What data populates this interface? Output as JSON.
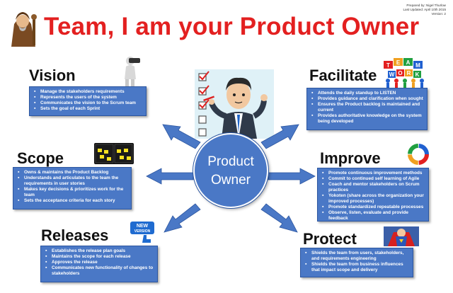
{
  "title": "Team, I am your Product Owner",
  "meta": {
    "prepared_by": "Prepared by: Nigel Thurlow",
    "last_updated": "Last Updated: April 10th 2015",
    "version": "Version: 2"
  },
  "center": {
    "line1": "Product",
    "line2": "Owner"
  },
  "sections": {
    "vision": {
      "heading": "Vision",
      "items": [
        "Manage the stakeholders requirements",
        "Represents the users of the system",
        "Communicates the vision to the Scrum team",
        "Sets the goal of each Sprint"
      ]
    },
    "facilitate": {
      "heading": "Facilitate",
      "items": [
        "Attends the daily standup to LISTEN",
        "Provides guidance and clarification when sought",
        "Ensures the Product backlog is maintained and current",
        "Provides authoritative knowledge on the system being developed"
      ]
    },
    "scope": {
      "heading": "Scope",
      "items": [
        "Owns & maintains the Product Backlog",
        "Understands and articulates to the team the requirements in user stories",
        "Makes key decisions & prioritizes work for the team",
        "Sets the acceptance criteria for each story"
      ]
    },
    "improve": {
      "heading": "Improve",
      "items": [
        "Promote continuous improvement methods",
        "Commit to continued self learning of Agile",
        "Coach and mentor stakeholders on Scrum practices",
        "Yokoten (share across the organization your improved processes)",
        "Promote standardized repeatable processes",
        "Observe, listen, evaluate and provide feedback"
      ]
    },
    "releases": {
      "heading": "Releases",
      "items": [
        "Establishes the release plan goals",
        "Maintains the scope for each release",
        "Approves the release",
        "Communicates new functionality of changes to stakeholders"
      ]
    },
    "protect": {
      "heading": "Protect",
      "items": [
        "Shields the team from users, stakeholders, and requirements engineering",
        "Shields the team from business influences that impact scope and delivery"
      ]
    }
  },
  "badges": {
    "new_line1": "NEW",
    "new_line2": "VERSION",
    "team_letters": [
      "T",
      "E",
      "A",
      "M",
      "W",
      "O",
      "R",
      "K"
    ]
  },
  "colors": {
    "title": "#e32020",
    "box": "#4a78c6",
    "arrow": "#4a78c6"
  }
}
